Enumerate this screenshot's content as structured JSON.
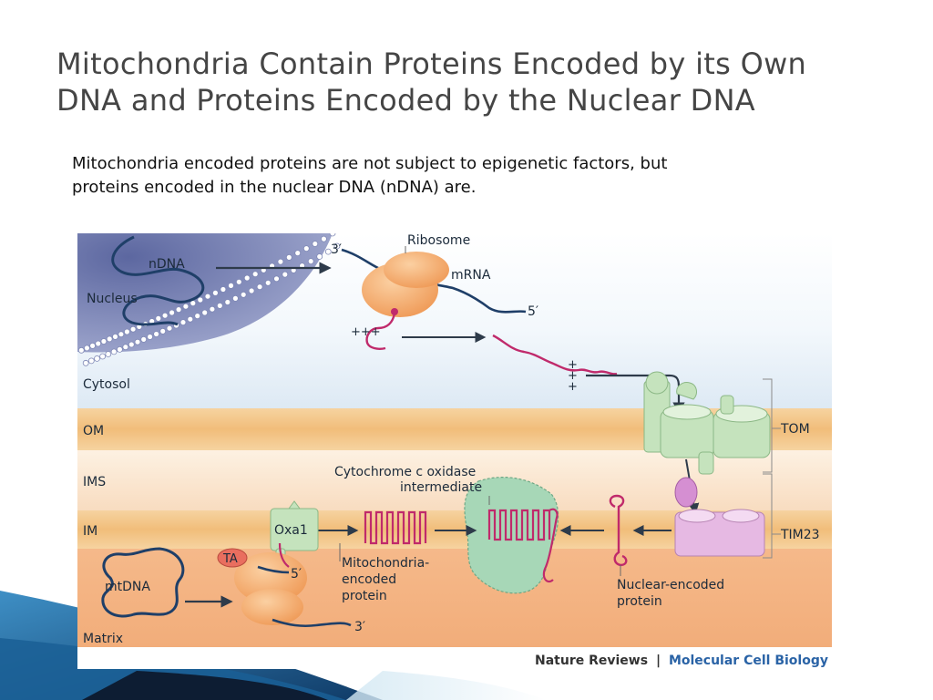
{
  "slide": {
    "title_line1": "Mitochondria Contain Proteins Encoded by its Own",
    "title_line2": "DNA and Proteins Encoded by the Nuclear DNA",
    "subtitle_line1": "Mitochondria encoded proteins are not subject to epigenetic factors, but",
    "subtitle_line2": "proteins encoded in the nuclear DNA (nDNA) are."
  },
  "figure": {
    "labels": {
      "ndna": "nDNA",
      "nucleus": "Nucleus",
      "prime3_top": "3′",
      "ribosome": "Ribosome",
      "mrna": "mRNA",
      "prime5_top": "5′",
      "plus_left": "+++",
      "plus_right_1": "+",
      "plus_right_2": "+",
      "plus_right_3": "+",
      "cytosol": "Cytosol",
      "om": "OM",
      "ims": "IMS",
      "im": "IM",
      "matrix": "Matrix",
      "tom": "TOM",
      "tim23": "TIM23",
      "cox_line1": "Cytochrome c oxidase",
      "cox_line2": "intermediate",
      "oxa1": "Oxa1",
      "ta": "TA",
      "prime5_bottom": "5′",
      "prime3_bottom": "3′",
      "mtdna": "mtDNA",
      "mito_line1": "Mitochondria-",
      "mito_line2": "encoded",
      "mito_line3": "protein",
      "nuc_line1": "Nuclear-encoded",
      "nuc_line2": "protein"
    },
    "credit": {
      "journal": "Nature Reviews",
      "separator": "|",
      "section": "Molecular Cell Biology"
    },
    "colors": {
      "ribosome": "#f3a462",
      "import_complex": "#c5e3bd",
      "tim_complex": "#e6b9e3",
      "protein_chain": "#c02a6b",
      "dna_line": "#1f3f68",
      "membrane": "#f2c07e",
      "nucleus": "#7f88b5",
      "cox_blob": "#a7d7b7"
    }
  }
}
